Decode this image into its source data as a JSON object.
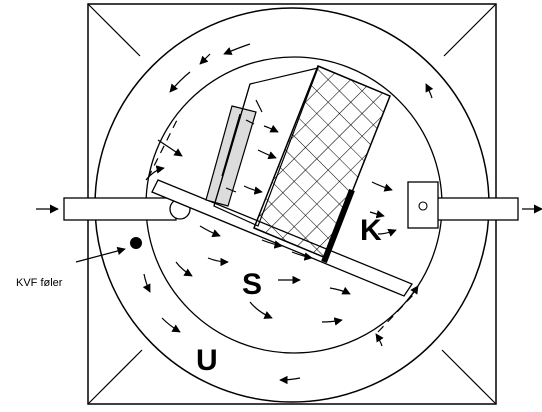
{
  "labels": {
    "s": "S",
    "k": "K",
    "u": "U",
    "sensor": "KVF føler"
  }
}
